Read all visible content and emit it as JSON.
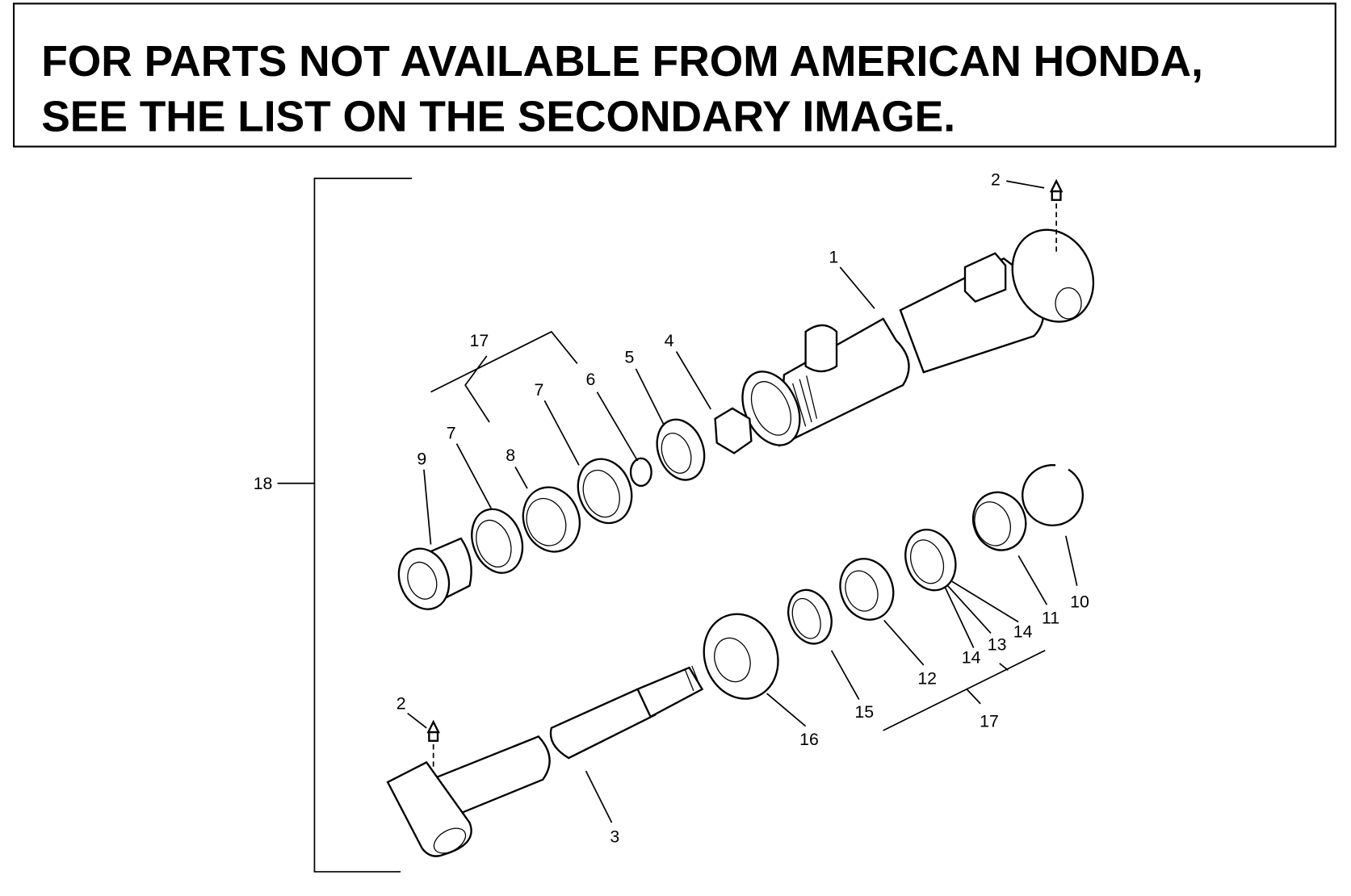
{
  "notice": {
    "line1": "FOR PARTS NOT AVAILABLE FROM AMERICAN HONDA,",
    "line2": "SEE THE LIST ON THE SECONDARY IMAGE."
  },
  "labels": {
    "p1": "1",
    "p2a": "2",
    "p2b": "2",
    "p3": "3",
    "p4": "4",
    "p5": "5",
    "p6": "6",
    "p7a": "7",
    "p7b": "7",
    "p8": "8",
    "p9": "9",
    "p10": "10",
    "p11": "11",
    "p12": "12",
    "p13": "13",
    "p14a": "14",
    "p14b": "14",
    "p15": "15",
    "p16": "16",
    "p17a": "17",
    "p17b": "17",
    "p18": "18"
  }
}
